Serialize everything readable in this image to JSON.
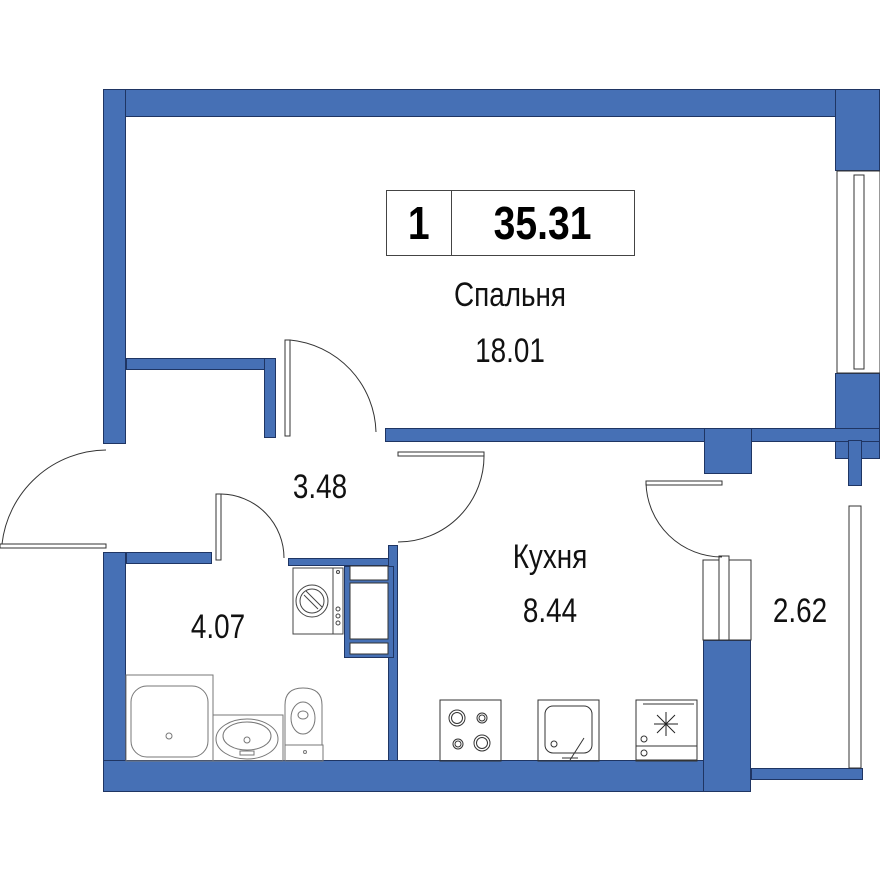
{
  "plan": {
    "rooms_count": "1",
    "total_area": "35.31",
    "wall_color": "#4670b5",
    "rooms": [
      {
        "id": "bedroom",
        "name": "Спальня",
        "area": "18.01"
      },
      {
        "id": "hallway",
        "name": "",
        "area": "3.48"
      },
      {
        "id": "bathroom",
        "name": "",
        "area": "4.07"
      },
      {
        "id": "kitchen",
        "name": "Кухня",
        "area": "8.44"
      },
      {
        "id": "balcony",
        "name": "",
        "area": "2.62"
      }
    ],
    "fixtures": [
      "washing-machine",
      "bathtub",
      "sink",
      "toilet",
      "stove",
      "kitchen-sink",
      "fridge"
    ]
  }
}
